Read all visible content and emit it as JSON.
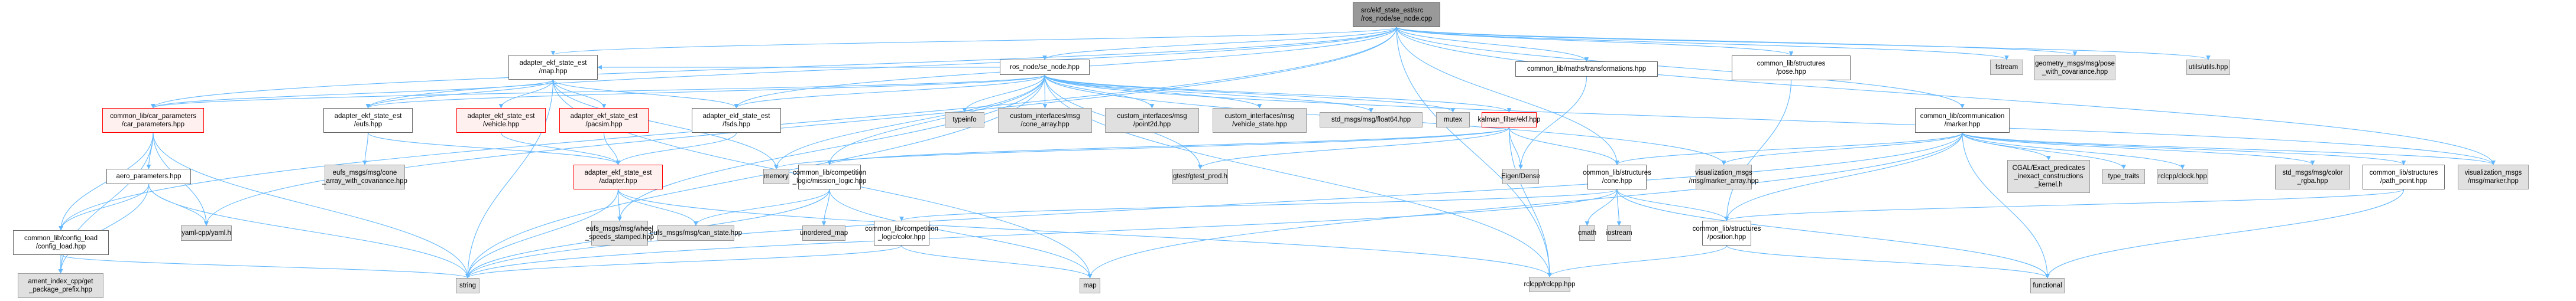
{
  "diagram": {
    "title": "src/ekf_state_est/src/ros_node/se_node.cpp",
    "colors": {
      "edge": "#63b8ff",
      "root_fill": "#999999",
      "local_fill": "#ffffff",
      "external_fill": "#e0e0e0",
      "highlight_fill": "#fff0f0",
      "highlight_border": "#ff0000"
    },
    "nodes": [
      {
        "id": "root",
        "label": "src/ekf_state_est/src\n/ros_node/se_node.cpp",
        "kind": "root"
      },
      {
        "id": "map_hpp",
        "label": "adapter_ekf_state_est\n/map.hpp",
        "kind": "local"
      },
      {
        "id": "se_node_hpp",
        "label": "ros_node/se_node.hpp",
        "kind": "local"
      },
      {
        "id": "transformations",
        "label": "common_lib/maths/transformations.hpp",
        "kind": "local"
      },
      {
        "id": "pose",
        "label": "common_lib/structures\n/pose.hpp",
        "kind": "local"
      },
      {
        "id": "fstream",
        "label": "fstream",
        "kind": "ext"
      },
      {
        "id": "pose_cov",
        "label": "geometry_msgs/msg/pose\n_with_covariance.hpp",
        "kind": "ext"
      },
      {
        "id": "utils",
        "label": "utils/utils.hpp",
        "kind": "ext"
      },
      {
        "id": "car_params",
        "label": "common_lib/car_parameters\n/car_parameters.hpp",
        "kind": "red"
      },
      {
        "id": "eufs",
        "label": "adapter_ekf_state_est\n/eufs.hpp",
        "kind": "local"
      },
      {
        "id": "vehicle",
        "label": "adapter_ekf_state_est\n/vehicle.hpp",
        "kind": "red"
      },
      {
        "id": "pacsim",
        "label": "adapter_ekf_state_est\n/pacsim.hpp",
        "kind": "red"
      },
      {
        "id": "fsds",
        "label": "adapter_ekf_state_est\n/fsds.hpp",
        "kind": "local"
      },
      {
        "id": "typeinfo",
        "label": "typeinfo",
        "kind": "ext"
      },
      {
        "id": "cone_array",
        "label": "custom_interfaces/msg\n/cone_array.hpp",
        "kind": "ext"
      },
      {
        "id": "point2d",
        "label": "custom_interfaces/msg\n/point2d.hpp",
        "kind": "ext"
      },
      {
        "id": "vehicle_state",
        "label": "custom_interfaces/msg\n/vehicle_state.hpp",
        "kind": "ext"
      },
      {
        "id": "float64",
        "label": "std_msgs/msg/float64.hpp",
        "kind": "ext"
      },
      {
        "id": "mutex",
        "label": "mutex",
        "kind": "ext"
      },
      {
        "id": "ekf",
        "label": "kalman_filter/ekf.hpp",
        "kind": "red"
      },
      {
        "id": "marker",
        "label": "common_lib/communication\n/marker.hpp",
        "kind": "local"
      },
      {
        "id": "aero",
        "label": "aero_parameters.hpp",
        "kind": "local"
      },
      {
        "id": "eufs_cone_cov",
        "label": "eufs_msgs/msg/cone\n_array_with_covariance.hpp",
        "kind": "ext"
      },
      {
        "id": "adapter",
        "label": "adapter_ekf_state_est\n/adapter.hpp",
        "kind": "red"
      },
      {
        "id": "memory",
        "label": "memory",
        "kind": "ext"
      },
      {
        "id": "mission_logic",
        "label": "common_lib/competition\n_logic/mission_logic.hpp",
        "kind": "local"
      },
      {
        "id": "gtest",
        "label": "gtest/gtest_prod.h",
        "kind": "ext"
      },
      {
        "id": "eigen",
        "label": "Eigen/Dense",
        "kind": "ext"
      },
      {
        "id": "cone",
        "label": "common_lib/structures\n/cone.hpp",
        "kind": "local"
      },
      {
        "id": "marker_array",
        "label": "visualization_msgs\n/msg/marker_array.hpp",
        "kind": "ext"
      },
      {
        "id": "cgal",
        "label": "CGAL/Exact_predicates\n_inexact_constructions\n_kernel.h",
        "kind": "ext"
      },
      {
        "id": "type_traits",
        "label": "type_traits",
        "kind": "ext"
      },
      {
        "id": "clock",
        "label": "rclcpp/clock.hpp",
        "kind": "ext"
      },
      {
        "id": "color_rgba",
        "label": "std_msgs/msg/color\n_rgba.hpp",
        "kind": "ext"
      },
      {
        "id": "path_point",
        "label": "common_lib/structures\n/path_point.hpp",
        "kind": "local"
      },
      {
        "id": "viz_marker",
        "label": "visualization_msgs\n/msg/marker.hpp",
        "kind": "ext"
      },
      {
        "id": "config_load",
        "label": "common_lib/config_load\n/config_load.hpp",
        "kind": "local"
      },
      {
        "id": "yaml",
        "label": "yaml-cpp/yaml.h",
        "kind": "ext"
      },
      {
        "id": "wheel_speeds",
        "label": "eufs_msgs/msg/wheel\n_speeds_stamped.hpp",
        "kind": "ext"
      },
      {
        "id": "can_state",
        "label": "eufs_msgs/msg/can_state.hpp",
        "kind": "ext"
      },
      {
        "id": "unordered_map",
        "label": "unordered_map",
        "kind": "ext"
      },
      {
        "id": "color",
        "label": "common_lib/competition\n_logic/color.hpp",
        "kind": "local"
      },
      {
        "id": "cmath",
        "label": "cmath",
        "kind": "ext"
      },
      {
        "id": "iostream",
        "label": "iostream",
        "kind": "ext"
      },
      {
        "id": "position",
        "label": "common_lib/structures\n/position.hpp",
        "kind": "local"
      },
      {
        "id": "ament",
        "label": "ament_index_cpp/get\n_package_prefix.hpp",
        "kind": "ext"
      },
      {
        "id": "string",
        "label": "string",
        "kind": "ext"
      },
      {
        "id": "map",
        "label": "map",
        "kind": "ext"
      },
      {
        "id": "rclcpp",
        "label": "rclcpp/rclcpp.hpp",
        "kind": "ext"
      },
      {
        "id": "functional",
        "label": "functional",
        "kind": "ext"
      }
    ],
    "edges": [
      [
        "root",
        "map_hpp"
      ],
      [
        "root",
        "se_node_hpp"
      ],
      [
        "root",
        "transformations"
      ],
      [
        "root",
        "pose"
      ],
      [
        "root",
        "fstream"
      ],
      [
        "root",
        "pose_cov"
      ],
      [
        "root",
        "utils"
      ],
      [
        "root",
        "car_params"
      ],
      [
        "root",
        "eufs"
      ],
      [
        "root",
        "fsds"
      ],
      [
        "root",
        "config_load"
      ],
      [
        "root",
        "yaml"
      ],
      [
        "root",
        "marker"
      ],
      [
        "root",
        "cone"
      ],
      [
        "root",
        "rclcpp"
      ],
      [
        "root",
        "viz_marker"
      ],
      [
        "map_hpp",
        "eufs"
      ],
      [
        "map_hpp",
        "vehicle"
      ],
      [
        "map_hpp",
        "pacsim"
      ],
      [
        "map_hpp",
        "fsds"
      ],
      [
        "map_hpp",
        "string"
      ],
      [
        "map_hpp",
        "memory"
      ],
      [
        "map_hpp",
        "map"
      ],
      [
        "map_hpp",
        "car_params"
      ],
      [
        "se_node_hpp",
        "map_hpp"
      ],
      [
        "se_node_hpp",
        "eufs"
      ],
      [
        "se_node_hpp",
        "fsds"
      ],
      [
        "se_node_hpp",
        "car_params"
      ],
      [
        "se_node_hpp",
        "typeinfo"
      ],
      [
        "se_node_hpp",
        "cone_array"
      ],
      [
        "se_node_hpp",
        "point2d"
      ],
      [
        "se_node_hpp",
        "vehicle_state"
      ],
      [
        "se_node_hpp",
        "float64"
      ],
      [
        "se_node_hpp",
        "mutex"
      ],
      [
        "se_node_hpp",
        "ekf"
      ],
      [
        "se_node_hpp",
        "memory"
      ],
      [
        "se_node_hpp",
        "mission_logic"
      ],
      [
        "se_node_hpp",
        "gtest"
      ],
      [
        "se_node_hpp",
        "string"
      ],
      [
        "se_node_hpp",
        "wheel_speeds"
      ],
      [
        "se_node_hpp",
        "marker_array"
      ],
      [
        "se_node_hpp",
        "rclcpp"
      ],
      [
        "se_node_hpp",
        "viz_marker"
      ],
      [
        "transformations",
        "eigen"
      ],
      [
        "pose",
        "position"
      ],
      [
        "car_params",
        "aero"
      ],
      [
        "car_params",
        "config_load"
      ],
      [
        "car_params",
        "ament"
      ],
      [
        "car_params",
        "yaml"
      ],
      [
        "car_params",
        "string"
      ],
      [
        "aero",
        "config_load"
      ],
      [
        "aero",
        "ament"
      ],
      [
        "aero",
        "yaml"
      ],
      [
        "aero",
        "string"
      ],
      [
        "config_load",
        "ament"
      ],
      [
        "config_load",
        "string"
      ],
      [
        "eufs",
        "eufs_cone_cov"
      ],
      [
        "eufs",
        "adapter"
      ],
      [
        "vehicle",
        "adapter"
      ],
      [
        "pacsim",
        "adapter"
      ],
      [
        "fsds",
        "adapter"
      ],
      [
        "adapter",
        "wheel_speeds"
      ],
      [
        "adapter",
        "can_state"
      ],
      [
        "adapter",
        "string"
      ],
      [
        "adapter",
        "rclcpp"
      ],
      [
        "mission_logic",
        "can_state"
      ],
      [
        "mission_logic",
        "unordered_map"
      ],
      [
        "mission_logic",
        "string"
      ],
      [
        "mission_logic",
        "map"
      ],
      [
        "ekf",
        "eigen"
      ],
      [
        "ekf",
        "cone"
      ],
      [
        "ekf",
        "gtest"
      ],
      [
        "ekf",
        "memory"
      ],
      [
        "ekf",
        "mission_logic"
      ],
      [
        "ekf",
        "rclcpp"
      ],
      [
        "cone",
        "position"
      ],
      [
        "cone",
        "cmath"
      ],
      [
        "cone",
        "iostream"
      ],
      [
        "cone",
        "color"
      ],
      [
        "cone",
        "string"
      ],
      [
        "cone",
        "functional"
      ],
      [
        "color",
        "map"
      ],
      [
        "color",
        "string"
      ],
      [
        "marker",
        "cone"
      ],
      [
        "marker",
        "marker_array"
      ],
      [
        "marker",
        "cgal"
      ],
      [
        "marker",
        "type_traits"
      ],
      [
        "marker",
        "clock"
      ],
      [
        "marker",
        "color_rgba"
      ],
      [
        "marker",
        "path_point"
      ],
      [
        "marker",
        "viz_marker"
      ],
      [
        "marker",
        "position"
      ],
      [
        "marker",
        "string"
      ],
      [
        "marker",
        "functional"
      ],
      [
        "marker",
        "map"
      ],
      [
        "path_point",
        "position"
      ],
      [
        "path_point",
        "functional"
      ],
      [
        "position",
        "rclcpp"
      ],
      [
        "position",
        "functional"
      ]
    ]
  }
}
